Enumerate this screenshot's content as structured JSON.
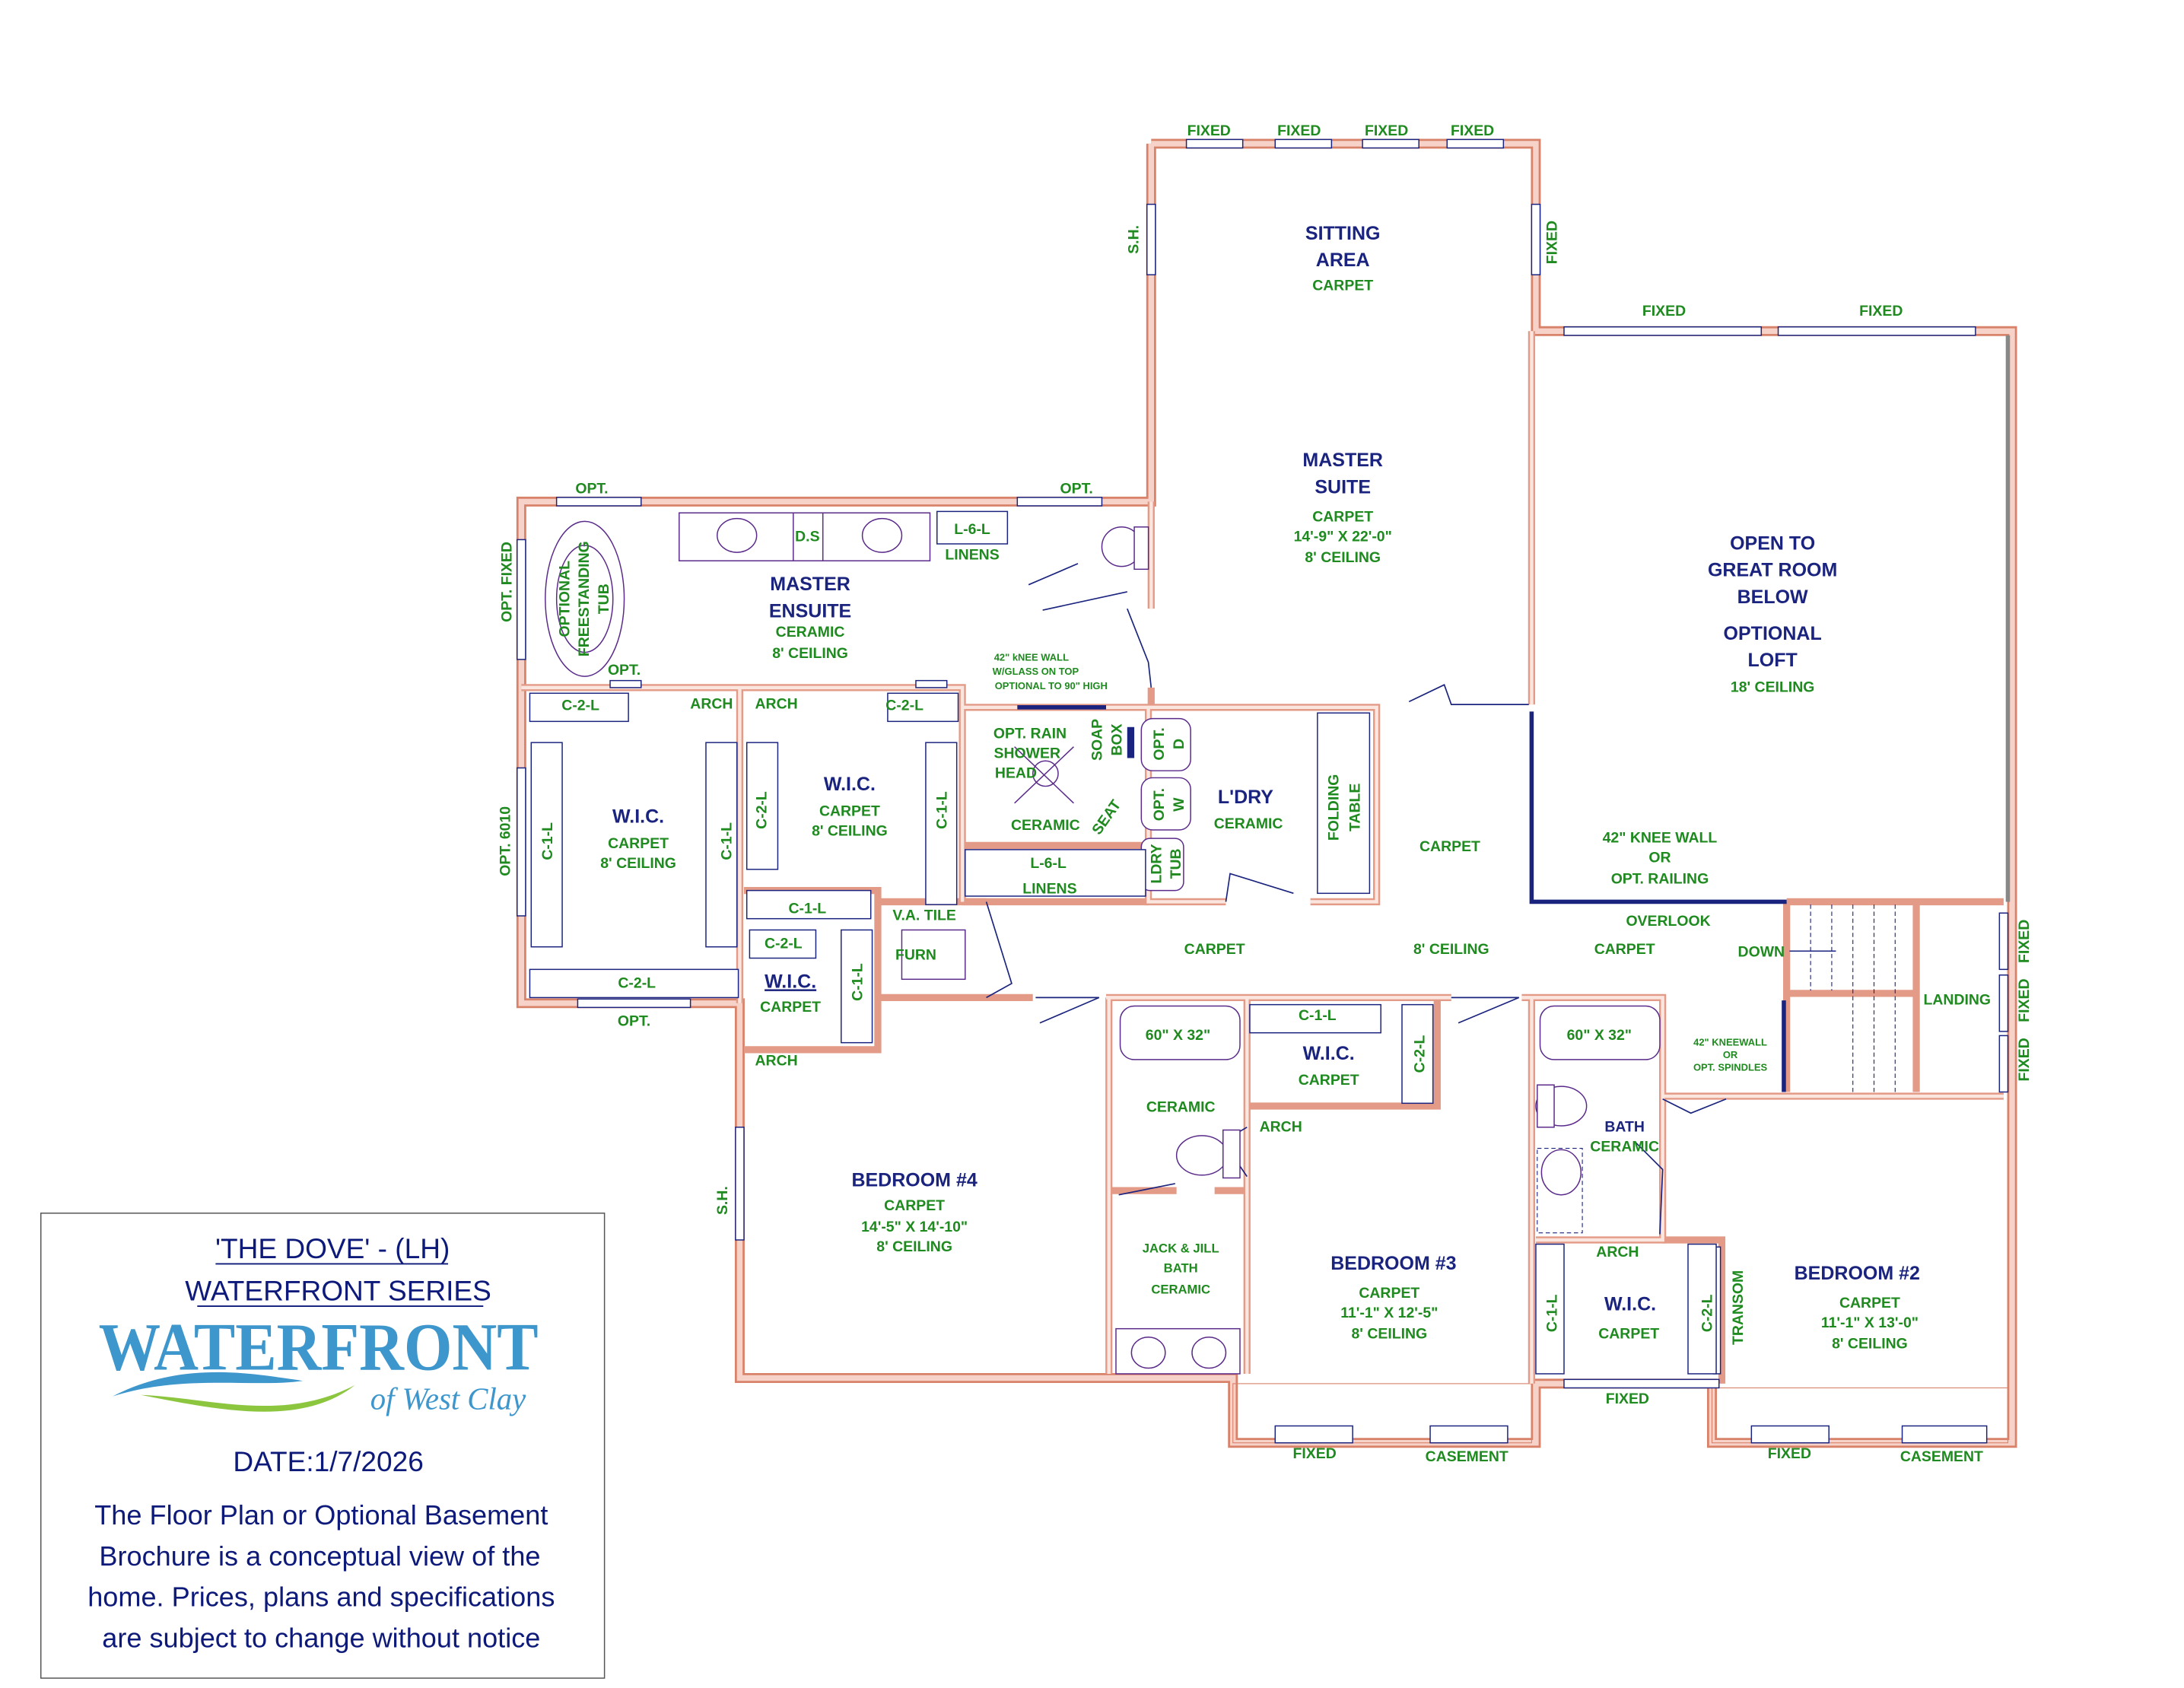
{
  "title_block": {
    "title": "'THE DOVE' - (LH)",
    "series": "WATERFRONT SERIES",
    "logo_main": "WATERFRONT",
    "logo_sub": "of West Clay",
    "date": "DATE:1/7/2026",
    "disclaimer": [
      "The Floor Plan or Optional Basement",
      "Brochure is a conceptual view of the",
      "home.  Prices, plans and specifications",
      "are subject to change without notice"
    ]
  },
  "colors": {
    "label_green": "#1f8a1f",
    "room_navy": "#1a237e",
    "wall": "#d9826a",
    "logo_blue": "#3d96cc",
    "logo_green": "#8cc63f"
  },
  "windows": {
    "top": [
      "FIXED",
      "FIXED",
      "FIXED",
      "FIXED"
    ],
    "sitting_right": "FIXED",
    "sitting_left": "S.H.",
    "loft_top": [
      "FIXED",
      "FIXED"
    ],
    "ensuite_top_left": "OPT.",
    "ensuite_top_right": "OPT.",
    "ensuite_left": "OPT. FIXED",
    "ensuite_tub": "OPT.",
    "wic_left": "OPT. 6010",
    "wic_bottom": "OPT.",
    "landing_right": [
      "FIXED",
      "FIXED",
      "FIXED"
    ],
    "bed4_left": "S.H.",
    "bed3_bottom": [
      "FIXED",
      "CASEMENT"
    ],
    "wic2_bottom": "FIXED",
    "bed2_bottom": [
      "FIXED",
      "CASEMENT"
    ],
    "wic2_right": "TRANSOM"
  },
  "sitting_area": {
    "name": [
      "SITTING",
      "AREA"
    ],
    "floor": "CARPET"
  },
  "master_suite": {
    "name": [
      "MASTER",
      "SUITE"
    ],
    "floor": "CARPET",
    "size": "14'-9\" X 22'-0\"",
    "ceiling": "8' CEILING"
  },
  "loft": {
    "lines": [
      "OPEN TO",
      "GREAT ROOM",
      "BELOW"
    ],
    "opt": [
      "OPTIONAL",
      "LOFT"
    ],
    "ceiling": "18' CEILING"
  },
  "master_ensuite": {
    "name": [
      "MASTER",
      "ENSUITE"
    ],
    "floor": "CERAMIC",
    "ceiling": "8' CEILING",
    "ds": "D.S",
    "linen_code": "L-6-L",
    "linens": "LINENS",
    "tub": [
      "OPTIONAL",
      "FREESTANDING",
      "TUB"
    ]
  },
  "knee_wall_note": [
    "42\" kNEE WALL",
    "W/GLASS ON TOP",
    "OPTIONAL TO 90\" HIGH"
  ],
  "wic_left": {
    "name": "W.I.C.",
    "floor": "CARPET",
    "ceiling": "8' CEILING",
    "closets": [
      "C-2-L",
      "C-1-L",
      "C-1-L",
      "C-2-L"
    ],
    "arch": "ARCH"
  },
  "wic_mid": {
    "name": "W.I.C.",
    "floor": "CARPET",
    "ceiling": "8' CEILING",
    "closets": [
      "C-2-L",
      "C-2-L",
      "C-1-L",
      "C-1-L"
    ],
    "arch": "ARCH"
  },
  "shower": {
    "lines": [
      "OPT. RAIN",
      "SHOWER",
      "HEAD"
    ],
    "soap": [
      "SOAP",
      "BOX"
    ],
    "seat": "SEAT",
    "floor": "CERAMIC",
    "linen_code": "L-6-L",
    "linens": "LINENS"
  },
  "laundry": {
    "name": "L'DRY",
    "floor": "CERAMIC",
    "dryer": [
      "OPT.",
      "D"
    ],
    "washer": [
      "OPT.",
      "W"
    ],
    "tub": [
      "LDRY",
      "TUB"
    ],
    "table": [
      "FOLDING",
      "TABLE"
    ]
  },
  "hall": {
    "carpet_upper": "CARPET",
    "knee_wall": [
      "42\" KNEE WALL",
      "OR",
      "OPT. RAILING"
    ],
    "overlook": "OVERLOOK",
    "carpet_left": "CARPET",
    "ceiling": "8' CEILING",
    "carpet_right": "CARPET",
    "down": "DOWN",
    "landing": "LANDING",
    "kneewall2": [
      "42\" KNEEWALL",
      "OR",
      "OPT. SPINDLES"
    ]
  },
  "furnace": {
    "floor": "V.A. TILE",
    "furn": "FURN"
  },
  "wic_small": {
    "name": "W.I.C.",
    "floor": "CARPET",
    "closets": [
      "C-2-L",
      "C-1-L"
    ],
    "arch": "ARCH"
  },
  "jack_jill": {
    "tub": "60\" X 32\"",
    "floor_upper": "CERAMIC",
    "lines": [
      "JACK & JILL",
      "BATH",
      "CERAMIC"
    ]
  },
  "wic3": {
    "name": "W.I.C.",
    "floor": "CARPET",
    "closets": [
      "C-1-L",
      "C-2-L"
    ],
    "arch": "ARCH"
  },
  "bath2": {
    "tub": "60\" X 32\"",
    "name": "BATH",
    "floor": "CERAMIC"
  },
  "wic2": {
    "name": "W.I.C.",
    "floor": "CARPET",
    "closets": [
      "C-1-L",
      "C-2-L"
    ],
    "arch": "ARCH"
  },
  "bedroom4": {
    "name": "BEDROOM #4",
    "floor": "CARPET",
    "size": "14'-5\" X 14'-10\"",
    "ceiling": "8' CEILING"
  },
  "bedroom3": {
    "name": "BEDROOM #3",
    "floor": "CARPET",
    "size": "11'-1\" X 12'-5\"",
    "ceiling": "8' CEILING"
  },
  "bedroom2": {
    "name": "BEDROOM #2",
    "floor": "CARPET",
    "size": "11'-1\" X 13'-0\"",
    "ceiling": "8' CEILING"
  }
}
